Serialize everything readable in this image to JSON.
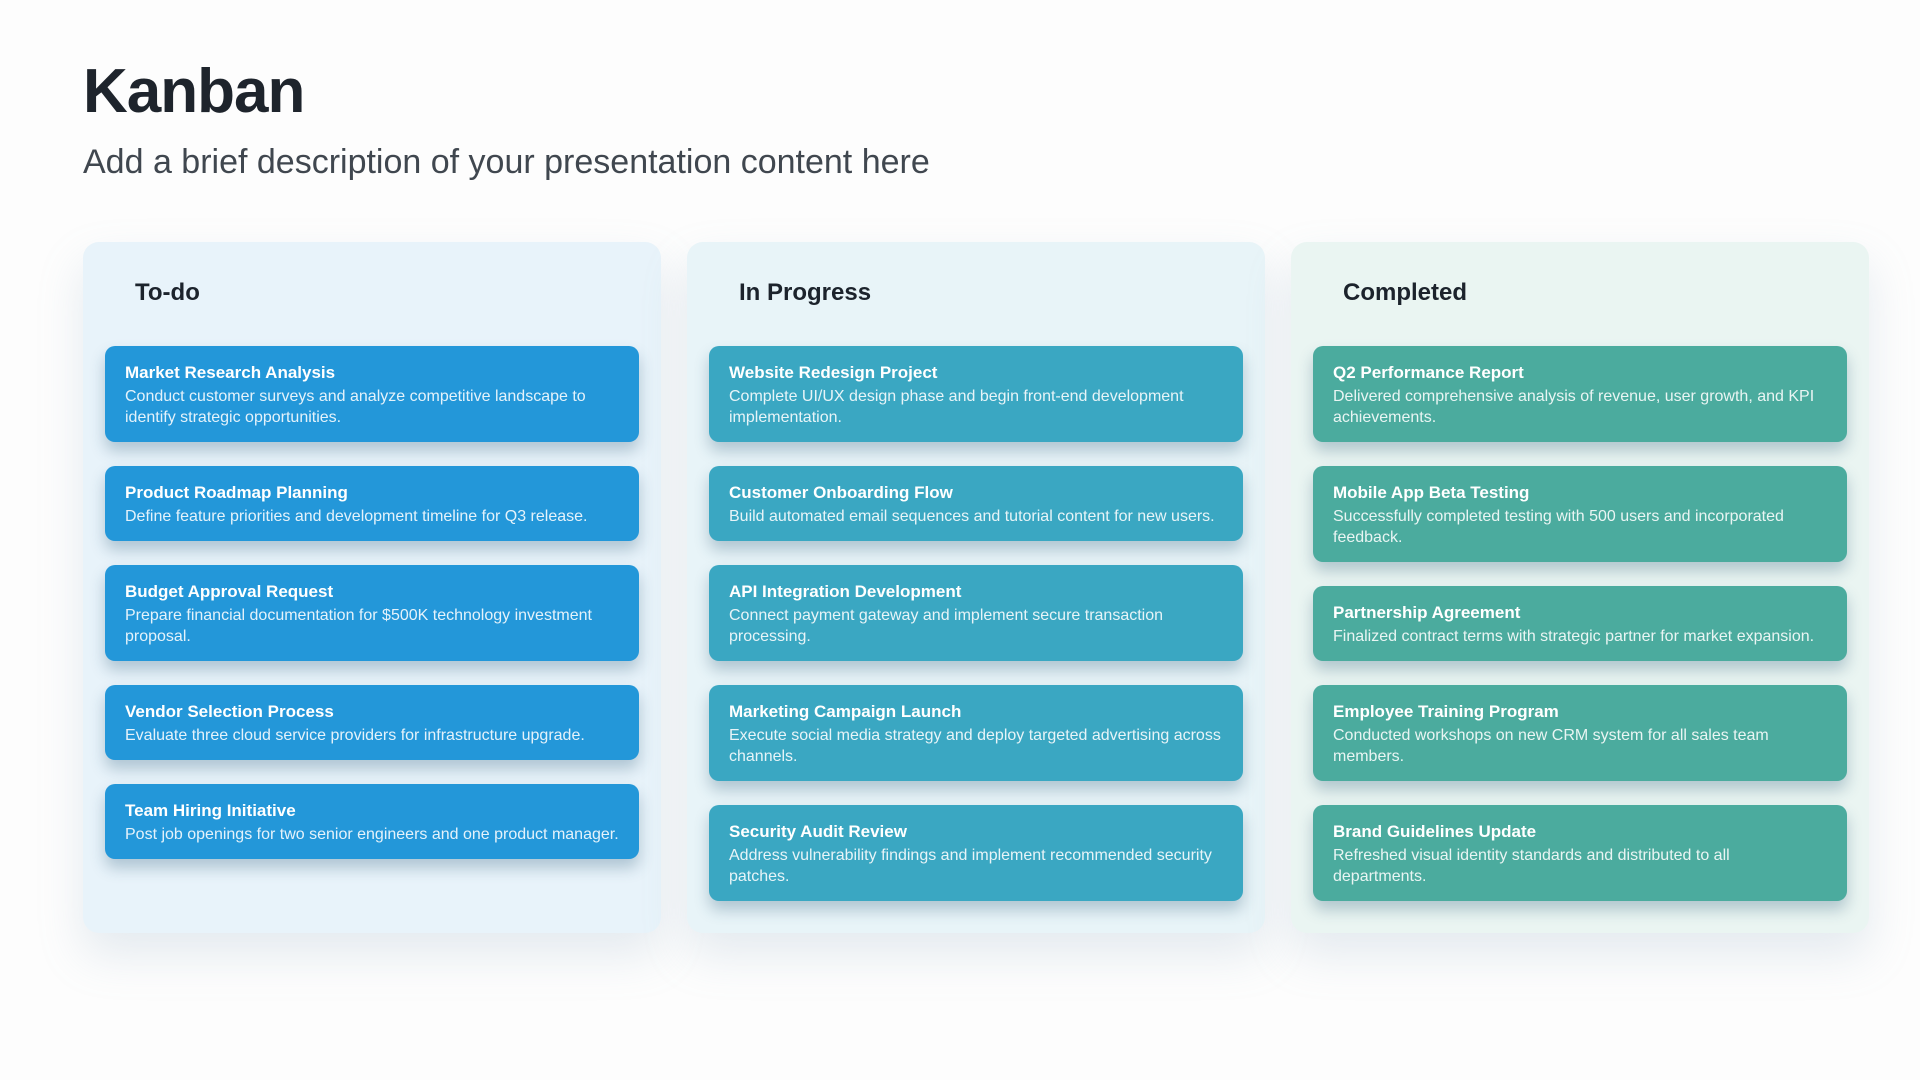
{
  "page": {
    "title": "Kanban",
    "subtitle": "Add a brief description of your presentation content here"
  },
  "board": {
    "columns": [
      {
        "title": "To-do",
        "column_bg": "#e8f3fa",
        "card_color": "#2397d9",
        "cards": [
          {
            "title": "Market Research Analysis",
            "description": "Conduct customer surveys and analyze competitive landscape to identify strategic opportunities."
          },
          {
            "title": "Product Roadmap Planning",
            "description": "Define feature priorities and development timeline for Q3 release."
          },
          {
            "title": "Budget Approval Request",
            "description": "Prepare financial documentation for $500K technology investment proposal."
          },
          {
            "title": "Vendor Selection Process",
            "description": "Evaluate three cloud service providers for infrastructure upgrade."
          },
          {
            "title": "Team Hiring Initiative",
            "description": "Post job openings for two senior engineers and one product manager."
          }
        ]
      },
      {
        "title": "In Progress",
        "column_bg": "#e8f4f8",
        "card_color": "#3aa7c2",
        "cards": [
          {
            "title": "Website Redesign Project",
            "description": "Complete UI/UX design phase and begin front-end development implementation."
          },
          {
            "title": "Customer Onboarding Flow",
            "description": "Build automated email sequences and tutorial content for new users."
          },
          {
            "title": "API Integration Development",
            "description": "Connect payment gateway and implement secure transaction processing."
          },
          {
            "title": "Marketing Campaign Launch",
            "description": "Execute social media strategy and deploy targeted advertising across channels."
          },
          {
            "title": "Security Audit Review",
            "description": "Address vulnerability findings and implement recommended security patches."
          }
        ]
      },
      {
        "title": "Completed",
        "column_bg": "#eaf5f2",
        "card_color": "#4bab9e",
        "cards": [
          {
            "title": "Q2 Performance Report",
            "description": "Delivered comprehensive analysis of revenue, user growth, and KPI achievements."
          },
          {
            "title": "Mobile App Beta Testing",
            "description": "Successfully completed testing with 500 users and incorporated feedback."
          },
          {
            "title": "Partnership Agreement",
            "description": "Finalized contract terms with strategic partner for market expansion."
          },
          {
            "title": "Employee Training Program",
            "description": "Conducted workshops on new CRM system for all sales team members."
          },
          {
            "title": "Brand Guidelines Update",
            "description": "Refreshed visual identity standards and distributed to all departments."
          }
        ]
      }
    ]
  }
}
